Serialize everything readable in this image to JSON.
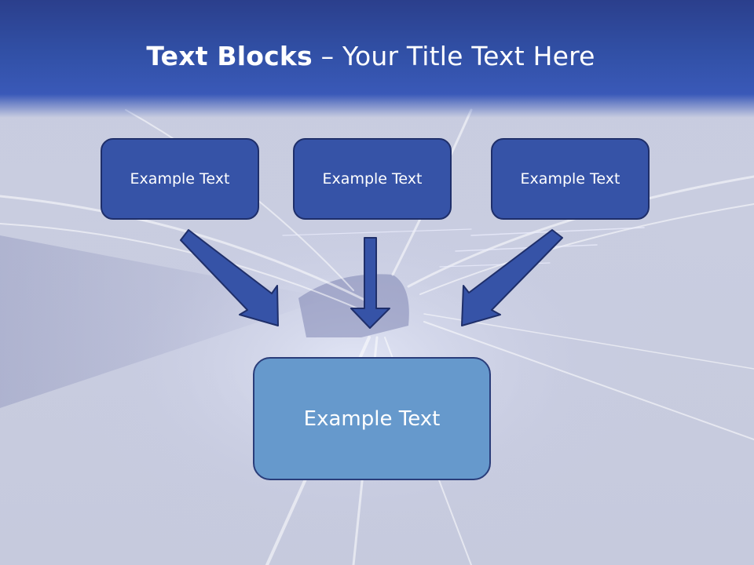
{
  "title": {
    "bold": "Text Blocks",
    "rest": " – Your Title Text Here"
  },
  "blocks": {
    "top": [
      {
        "label": "Example Text"
      },
      {
        "label": "Example Text"
      },
      {
        "label": "Example Text"
      }
    ],
    "bottom": {
      "label": "Example Text"
    }
  },
  "colors": {
    "title_band": "#3150a6",
    "top_box_fill": "#3653a7",
    "top_box_border": "#1f2f6a",
    "bottom_box_fill": "#6699cc",
    "arrow_fill": "#3653a7"
  },
  "icons": {
    "arrow": "arrow-icon"
  }
}
